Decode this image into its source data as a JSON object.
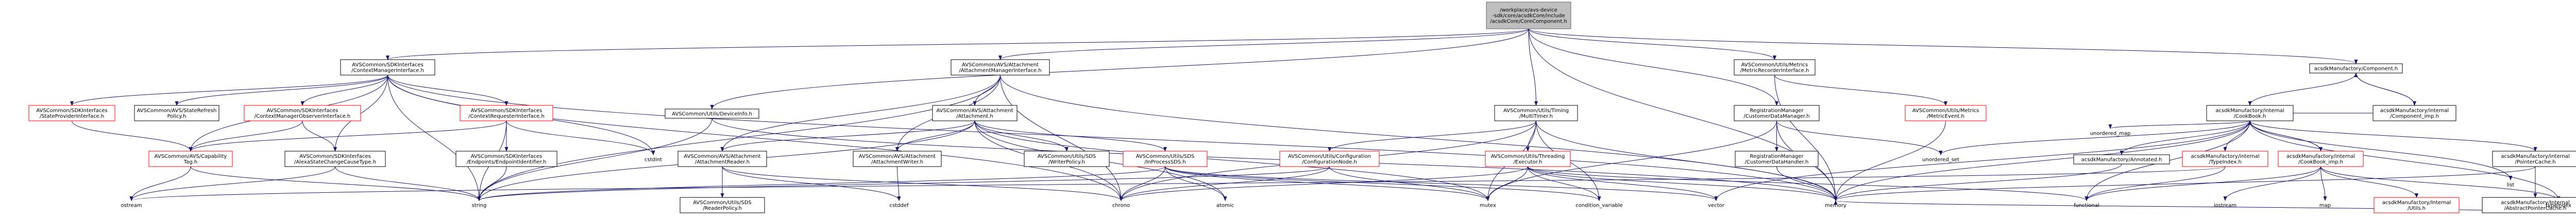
{
  "colors": {
    "edge": "#191970",
    "root_fill": "#bfbfbf",
    "node_border": "#000000",
    "missing_border": "#ff0000",
    "background": "#ffffff"
  },
  "nodes": {
    "root": {
      "lines": [
        "/workplace/avs-device",
        "-sdk/core/acsdkCore/include",
        "/acsdkCore/CoreComponent.h"
      ]
    },
    "cmi": {
      "lines": [
        "AVSCommon/SDKInterfaces",
        "/ContextManagerInterface.h"
      ]
    },
    "ami": {
      "lines": [
        "AVSCommon/AVS/Attachment",
        "/AttachmentManagerInterface.h"
      ]
    },
    "mri": {
      "lines": [
        "AVSCommon/Utils/Metrics",
        "/MetricRecorderInterface.h"
      ]
    },
    "mfc": {
      "lines": [
        "acsdkManufactory/Component.h"
      ]
    },
    "spi": {
      "lines": [
        "AVSCommon/SDKInterfaces",
        "/StateProviderInterface.h"
      ]
    },
    "srp": {
      "lines": [
        "AVSCommon/AVS/StateRefresh",
        "Policy.h"
      ]
    },
    "cmoi": {
      "lines": [
        "AVSCommon/SDKInterfaces",
        "/ContextManagerObserverInterface.h"
      ]
    },
    "cri": {
      "lines": [
        "AVSCommon/SDKInterfaces",
        "/ContextRequesterInterface.h"
      ]
    },
    "dc": {
      "lines": [
        "AVSCommon/Utils/DeviceInfo.h"
      ]
    },
    "att": {
      "lines": [
        "AVSCommon/AVS/Attachment",
        "/Attachment.h"
      ]
    },
    "mt": {
      "lines": [
        "AVSCommon/Utils/Timing",
        "/MultiTimer.h"
      ]
    },
    "cdm": {
      "lines": [
        "RegistrationManager",
        "/CustomerDataManager.h"
      ]
    },
    "me": {
      "lines": [
        "AVSCommon/Utils/Metrics",
        "/MetricEvent.h"
      ]
    },
    "cb": {
      "lines": [
        "acsdkManufactory/internal",
        "/CookBook.h"
      ]
    },
    "ci": {
      "lines": [
        "acsdkManufactory/internal",
        "/Component_imp.h"
      ]
    },
    "cap": {
      "lines": [
        "AVSCommon/AVS/Capability",
        "Tag.h"
      ]
    },
    "asct": {
      "lines": [
        "AVSCommon/SDKInterfaces",
        "/AlexaStateChangeCauseType.h"
      ]
    },
    "eid": {
      "lines": [
        "AVSCommon/SDKInterfaces",
        "/Endpoints/EndpointIdentifier.h"
      ]
    },
    "ar": {
      "lines": [
        "AVSCommon/AVS/Attachment",
        "/AttachmentReader.h"
      ]
    },
    "aw": {
      "lines": [
        "AVSCommon/AVS/Attachment",
        "/AttachmentWriter.h"
      ]
    },
    "wp": {
      "lines": [
        "AVSCommon/Utils/SDS",
        "/WriterPolicy.h"
      ]
    },
    "ipsds": {
      "lines": [
        "AVSCommon/Utils/SDS",
        "/InProcessSDS.h"
      ]
    },
    "cfg": {
      "lines": [
        "AVSCommon/Utils/Configuration",
        "/ConfigurationNode.h"
      ]
    },
    "te": {
      "lines": [
        "AVSCommon/Utils/Threading",
        "/Executor.h"
      ]
    },
    "cdh": {
      "lines": [
        "RegistrationManager",
        "/CustomerDataHandler.h"
      ]
    },
    "ann": {
      "lines": [
        "acsdkManufactory/Annotated.h"
      ]
    },
    "ti": {
      "lines": [
        "acsdkManufactory/internal",
        "/TypeIndex.h"
      ]
    },
    "cbimp": {
      "lines": [
        "acsdkManufactory/internal",
        "/CookBook_imp.h"
      ]
    },
    "pc": {
      "lines": [
        "acsdkManufactory/internal",
        "/PointerCache.h"
      ]
    },
    "rp": {
      "lines": [
        "AVSCommon/Utils/SDS",
        "/ReaderPolicy.h"
      ]
    },
    "utils": {
      "lines": [
        "acsdkManufactory/Internal",
        "/Utils.h"
      ]
    },
    "apc": {
      "lines": [
        "acsdkManufactory/Internal",
        "/AbstractPointerCache.h"
      ]
    },
    "unordered_set": {
      "lines": [
        "unordered_set"
      ]
    },
    "unordered_map": {
      "lines": [
        "unordered_map"
      ]
    },
    "list": {
      "lines": [
        "list"
      ]
    },
    "cstdint": {
      "lines": [
        "cstdint"
      ]
    },
    "ostream": {
      "lines": [
        "ostream"
      ]
    },
    "string": {
      "lines": [
        "string"
      ]
    },
    "cstddef": {
      "lines": [
        "cstddef"
      ]
    },
    "chrono": {
      "lines": [
        "chrono"
      ]
    },
    "atomic": {
      "lines": [
        "atomic"
      ]
    },
    "mutex": {
      "lines": [
        "mutex"
      ]
    },
    "condvar": {
      "lines": [
        "condition_variable"
      ]
    },
    "vector": {
      "lines": [
        "vector"
      ]
    },
    "memory": {
      "lines": [
        "memory"
      ]
    },
    "functional": {
      "lines": [
        "functional"
      ]
    },
    "iostream": {
      "lines": [
        "iostream"
      ]
    },
    "map": {
      "lines": [
        "map"
      ]
    },
    "typeindex": {
      "lines": [
        "typeindex"
      ]
    }
  },
  "edges": [
    [
      "root",
      "cmi"
    ],
    [
      "root",
      "ami"
    ],
    [
      "root",
      "mt"
    ],
    [
      "root",
      "cdm"
    ],
    [
      "root",
      "mri"
    ],
    [
      "root",
      "mfc"
    ],
    [
      "root",
      "dc"
    ],
    [
      "root",
      "memory"
    ],
    [
      "cmi",
      "spi"
    ],
    [
      "cmi",
      "srp"
    ],
    [
      "cmi",
      "cmoi"
    ],
    [
      "cmi",
      "cri"
    ],
    [
      "cmi",
      "cap"
    ],
    [
      "cmi",
      "asct"
    ],
    [
      "cmi",
      "string"
    ],
    [
      "cmi",
      "memory"
    ],
    [
      "cmi",
      "chrono"
    ],
    [
      "cmi",
      "cstdint"
    ],
    [
      "spi",
      "cap"
    ],
    [
      "cmoi",
      "cap"
    ],
    [
      "cmoi",
      "asct"
    ],
    [
      "cri",
      "eid"
    ],
    [
      "cri",
      "cap"
    ],
    [
      "cri",
      "string"
    ],
    [
      "cri",
      "cstdint"
    ],
    [
      "cap",
      "ostream"
    ],
    [
      "cap",
      "string"
    ],
    [
      "asct",
      "ostream"
    ],
    [
      "asct",
      "string"
    ],
    [
      "eid",
      "string"
    ],
    [
      "dc",
      "string"
    ],
    [
      "dc",
      "memory"
    ],
    [
      "ami",
      "att"
    ],
    [
      "ami",
      "ar"
    ],
    [
      "ami",
      "aw"
    ],
    [
      "ami",
      "chrono"
    ],
    [
      "ami",
      "string"
    ],
    [
      "ami",
      "memory"
    ],
    [
      "att",
      "ar"
    ],
    [
      "att",
      "aw"
    ],
    [
      "att",
      "ipsds"
    ],
    [
      "att",
      "wp"
    ],
    [
      "att",
      "chrono"
    ],
    [
      "att",
      "atomic"
    ],
    [
      "att",
      "mutex"
    ],
    [
      "att",
      "string"
    ],
    [
      "ar",
      "rp"
    ],
    [
      "ar",
      "chrono"
    ],
    [
      "ar",
      "cstddef"
    ],
    [
      "aw",
      "cstddef"
    ],
    [
      "ipsds",
      "string"
    ],
    [
      "ipsds",
      "chrono"
    ],
    [
      "ipsds",
      "atomic"
    ],
    [
      "ipsds",
      "mutex"
    ],
    [
      "ipsds",
      "condvar"
    ],
    [
      "ipsds",
      "vector"
    ],
    [
      "mt",
      "te"
    ],
    [
      "mt",
      "cfg"
    ],
    [
      "mt",
      "chrono"
    ],
    [
      "mt",
      "mutex"
    ],
    [
      "mt",
      "memory"
    ],
    [
      "mt",
      "condvar"
    ],
    [
      "cfg",
      "string"
    ],
    [
      "cfg",
      "chrono"
    ],
    [
      "cfg",
      "mutex"
    ],
    [
      "te",
      "chrono"
    ],
    [
      "te",
      "mutex"
    ],
    [
      "te",
      "condvar"
    ],
    [
      "te",
      "vector"
    ],
    [
      "te",
      "memory"
    ],
    [
      "te",
      "functional"
    ],
    [
      "cdm",
      "cdh"
    ],
    [
      "cdm",
      "unordered_set"
    ],
    [
      "cdm",
      "mutex"
    ],
    [
      "cdm",
      "memory"
    ],
    [
      "cdh",
      "memory"
    ],
    [
      "mri",
      "me"
    ],
    [
      "mri",
      "memory"
    ],
    [
      "me",
      "memory"
    ],
    [
      "mfc",
      "ci"
    ],
    [
      "mfc",
      "cb"
    ],
    [
      "ci",
      "mfc"
    ],
    [
      "ci",
      "cb"
    ],
    [
      "cb",
      "ann"
    ],
    [
      "cb",
      "ti"
    ],
    [
      "cb",
      "cbimp"
    ],
    [
      "cb",
      "pc"
    ],
    [
      "cb",
      "unordered_set"
    ],
    [
      "cb",
      "unordered_map"
    ],
    [
      "cb",
      "list"
    ],
    [
      "cb",
      "functional"
    ],
    [
      "cb",
      "memory"
    ],
    [
      "cb",
      "vector"
    ],
    [
      "cb",
      "typeindex"
    ],
    [
      "cbimp",
      "cb"
    ],
    [
      "cbimp",
      "utils"
    ],
    [
      "cbimp",
      "iostream"
    ],
    [
      "cbimp",
      "map"
    ],
    [
      "cbimp",
      "typeindex"
    ],
    [
      "cbimp",
      "functional"
    ],
    [
      "ti",
      "functional"
    ],
    [
      "ti",
      "ostream"
    ],
    [
      "pc",
      "apc"
    ],
    [
      "pc",
      "memory"
    ],
    [
      "apc",
      "memory"
    ],
    [
      "ann",
      "memory"
    ]
  ]
}
